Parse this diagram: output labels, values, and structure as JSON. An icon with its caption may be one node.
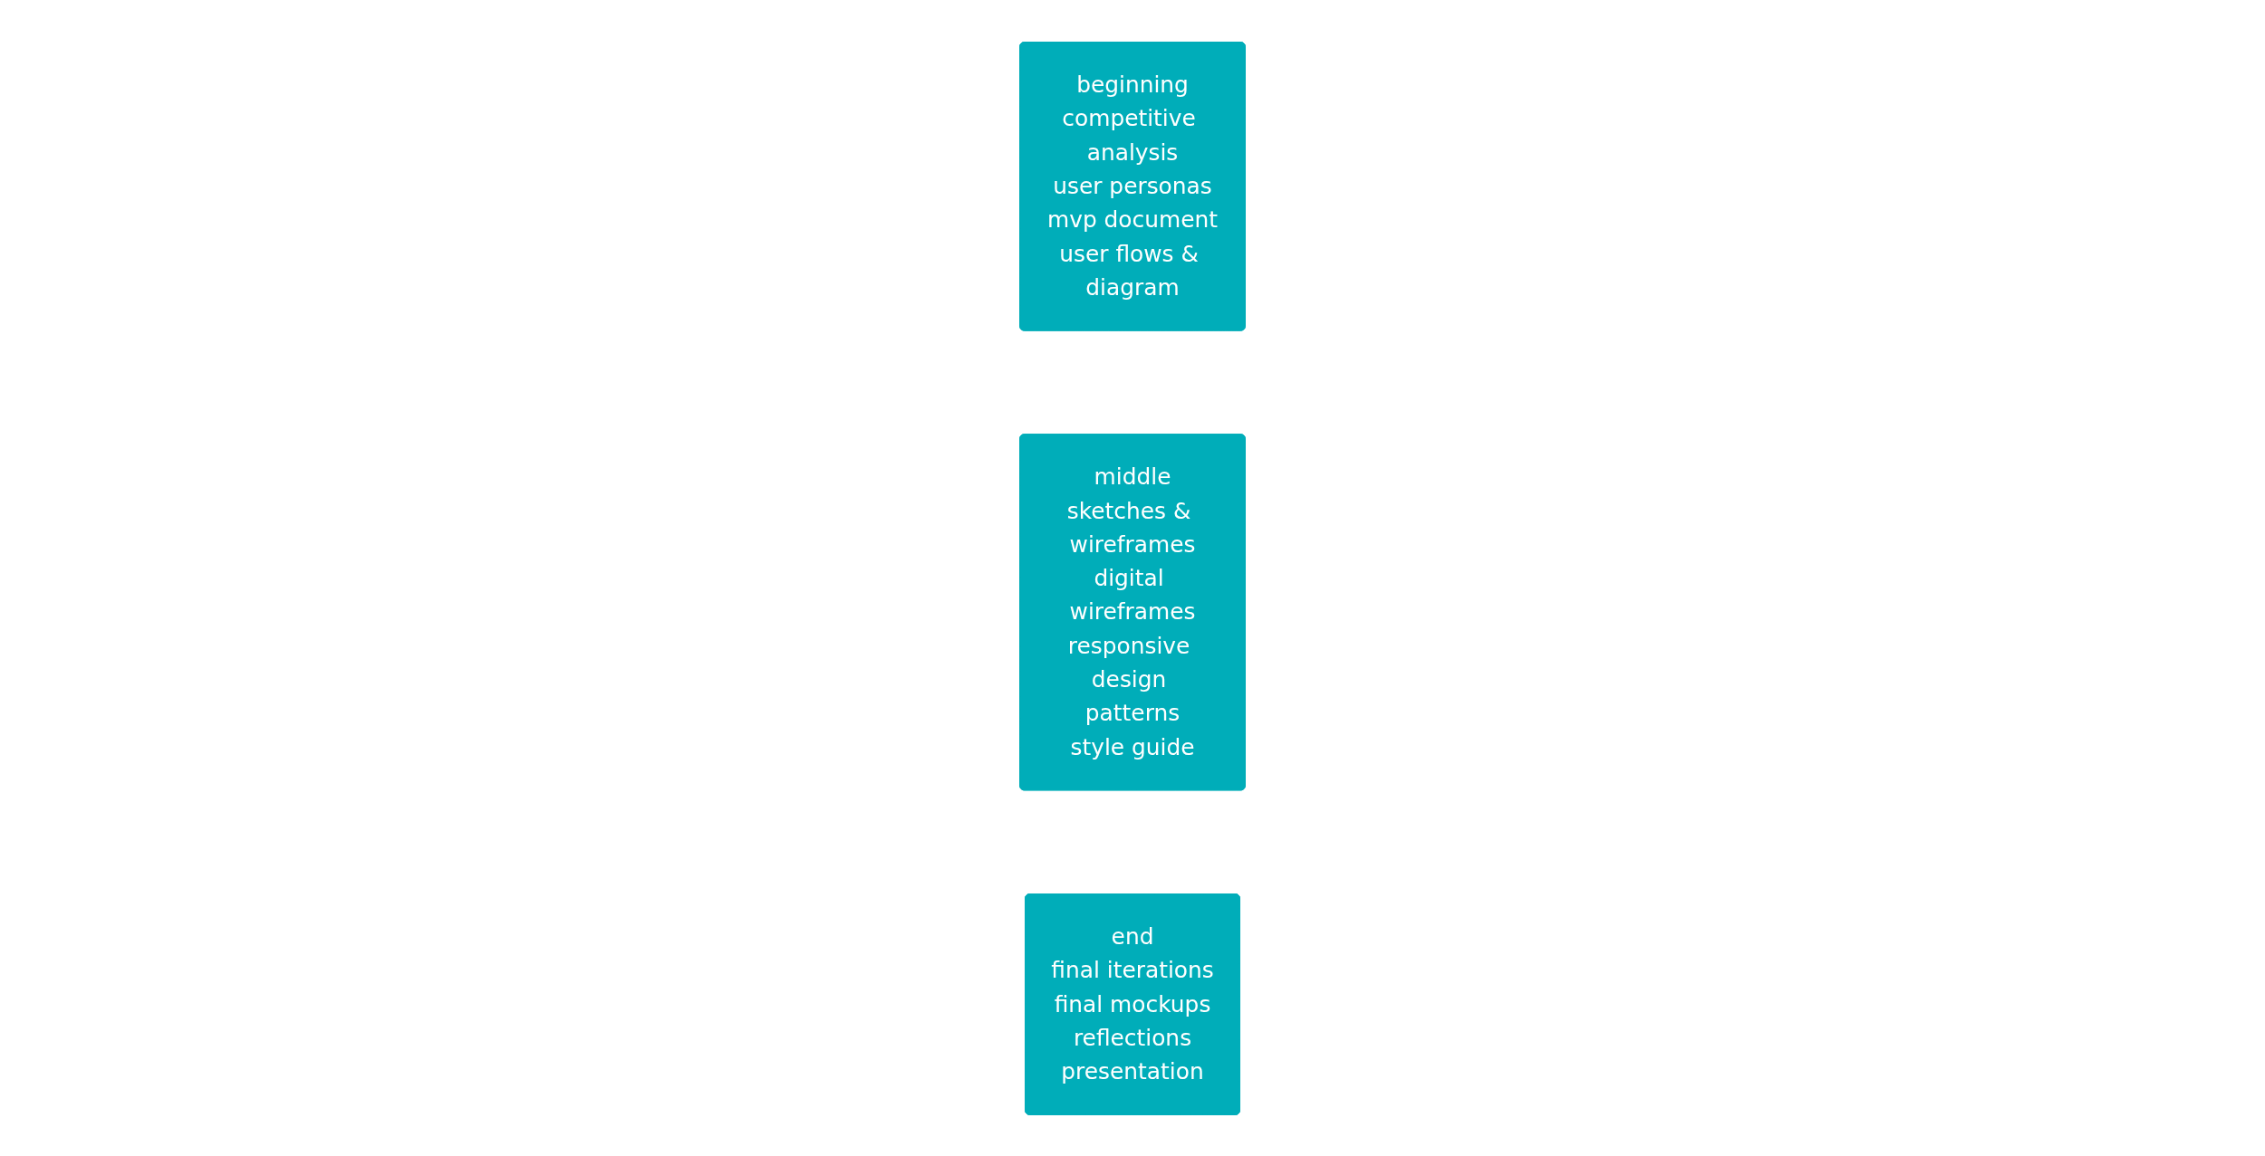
{
  "diagram": {
    "nodes": [
      {
        "text": [
          "beginning",
          "competitive analysis",
          "user personas",
          "mvp document",
          "user flows & diagram"
        ]
      },
      {
        "text": [
          "middle",
          "sketches & wireframes",
          "digital wireframes",
          "responsive design patterns",
          "style guide"
        ]
      },
      {
        "text": [
          "end",
          "final iterations",
          "final mockups",
          "reflections",
          "presentation"
        ]
      }
    ],
    "edges": []
  }
}
